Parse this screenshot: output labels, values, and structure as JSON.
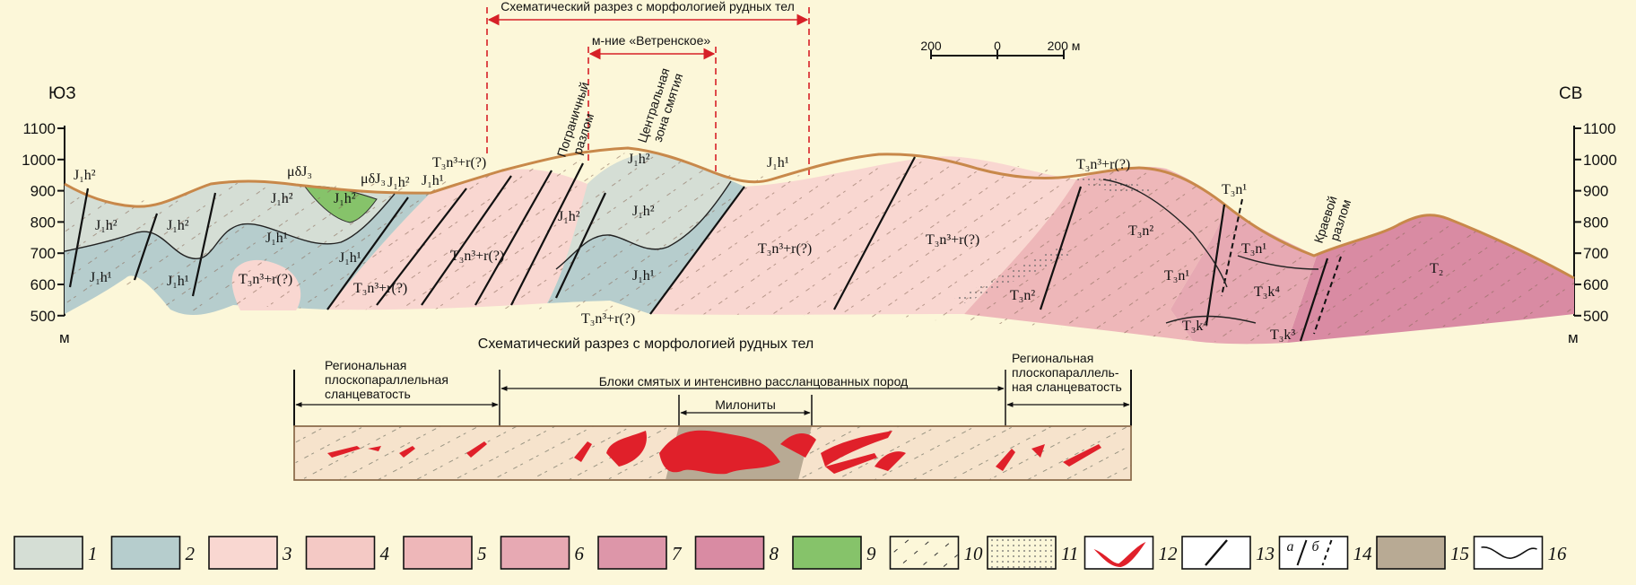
{
  "colors": {
    "background": "#fcf7d9",
    "unit1": "#d5ded5",
    "unit2": "#b6cdcd",
    "unit3": "#f9d7d1",
    "unit4": "#f4c9c5",
    "unit5": "#eeb7b9",
    "unit6": "#e7a9b3",
    "unit7": "#dd96a9",
    "unit8": "#d98ba3",
    "unit9": "#86c36a",
    "mylonite": "#b8aa94",
    "ore": "#e0202a",
    "topo": "#c8884a",
    "redline": "#d62027"
  },
  "header": {
    "section_title": "Схематический разрез с морфологией рудных тел",
    "deposit": "м-ние «Ветренское»"
  },
  "scale_bar": {
    "left": "200",
    "middle": "0",
    "right": "200 м"
  },
  "directions": {
    "left": "ЮЗ",
    "right": "СВ"
  },
  "axis": {
    "ticks": [
      "1100",
      "1000",
      "900",
      "800",
      "700",
      "600",
      "500"
    ],
    "unit": "м"
  },
  "faults": {
    "border": [
      "Пограничный",
      "разлом"
    ],
    "central": [
      "Центральная",
      "зона смятия"
    ],
    "marginal": [
      "Краевой",
      "разлом"
    ]
  },
  "units": {
    "j1h2": "J₁h²",
    "j1h1": "J₁h¹",
    "mdj": "μδJ₃",
    "t3n3r": "T₃n³+r(?)",
    "t3n2": "T₃n²",
    "t3n1": "T₃n¹",
    "t3k4": "T₃k⁴",
    "t3k3": "T₃k³",
    "t2": "T₂"
  },
  "lower_section": {
    "caption": "Схематический разрез с морфологией рудных тел",
    "regional_left": [
      "Региональная",
      "плоскопараллельная",
      "сланцеватость"
    ],
    "blocks": "Блоки смятых и интенсивно рассланцованных пород",
    "mylonites": "Милониты",
    "regional_right": [
      "Региональная",
      "плоскопараллель-",
      "ная сланцеватость"
    ]
  },
  "legend": [
    {
      "num": "1",
      "kind": "fill",
      "color": "#d5ded5"
    },
    {
      "num": "2",
      "kind": "fill",
      "color": "#b6cdcd"
    },
    {
      "num": "3",
      "kind": "fill",
      "color": "#f9d7d1"
    },
    {
      "num": "4",
      "kind": "fill",
      "color": "#f4c9c5"
    },
    {
      "num": "5",
      "kind": "fill",
      "color": "#eeb7b9"
    },
    {
      "num": "6",
      "kind": "fill",
      "color": "#e7a9b3"
    },
    {
      "num": "7",
      "kind": "fill",
      "color": "#dd96a9"
    },
    {
      "num": "8",
      "kind": "fill",
      "color": "#d98ba3"
    },
    {
      "num": "9",
      "kind": "fill",
      "color": "#86c36a"
    },
    {
      "num": "10",
      "kind": "dashes",
      "color": "#fcf7d9"
    },
    {
      "num": "11",
      "kind": "dots",
      "color": "#fcf7d9"
    },
    {
      "num": "12",
      "kind": "ore",
      "color": "#ffffff"
    },
    {
      "num": "13",
      "kind": "fault",
      "color": "#ffffff"
    },
    {
      "num": "14",
      "kind": "faultab",
      "color": "#ffffff",
      "a": "а",
      "b": "б"
    },
    {
      "num": "15",
      "kind": "fill",
      "color": "#b8aa94"
    },
    {
      "num": "16",
      "kind": "contact",
      "color": "#ffffff"
    }
  ]
}
